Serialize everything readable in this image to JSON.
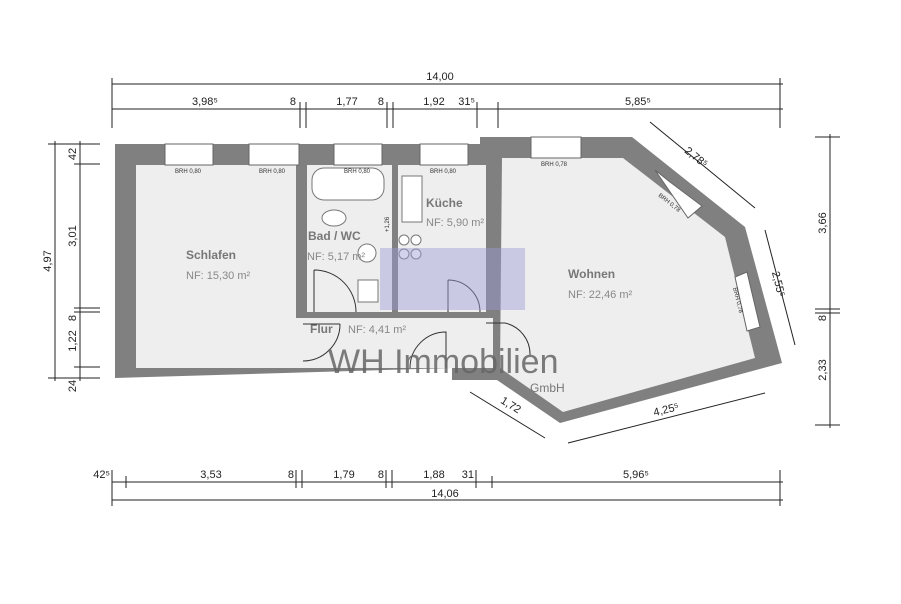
{
  "colors": {
    "wall": "#808080",
    "floor": "#eeeeee",
    "watermark_box": "#9c9cd6"
  },
  "rooms": [
    {
      "name": "Schlafen",
      "area": "NF: 15,30 m²"
    },
    {
      "name": "Bad / WC",
      "area": "NF: 5,17 m²"
    },
    {
      "name": "Küche",
      "area": "NF: 5,90 m²"
    },
    {
      "name": "Flur",
      "area": "NF: 4,41 m²"
    },
    {
      "name": "Wohnen",
      "area": "NF: 22,46 m²"
    }
  ],
  "windows": {
    "brh_080": "BRH 0,80",
    "brh_078": "BRH 0,78"
  },
  "fixture": {
    "height": "+1,26"
  },
  "dimensions": {
    "top_total": "14,00",
    "top": [
      "3,98⁵",
      "8",
      "1,77",
      "8",
      "1,92",
      "31⁵",
      "5,85⁵"
    ],
    "bottom": [
      "42⁵",
      "3,53",
      "8",
      "1,79",
      "8",
      "1,88",
      "31",
      "5,96⁵"
    ],
    "bottom_total": "14,06",
    "left_total": "4,97",
    "left": [
      "42",
      "3,01",
      "8",
      "1,22",
      "24"
    ],
    "right": [
      "3,66",
      "8",
      "2,33"
    ],
    "diagonal": [
      "2,78⁵",
      "2,55⁵",
      "4,25⁵",
      "1,72"
    ]
  },
  "watermark": {
    "name": "WH Immobilien",
    "suffix": "GmbH"
  }
}
